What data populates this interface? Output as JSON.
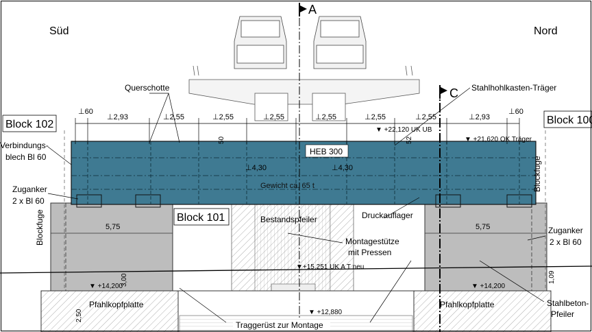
{
  "labels": {
    "south": "Süd",
    "north": "Nord",
    "section_a": "A",
    "section_c": "C",
    "block_102": "Block 102",
    "block_100": "Block 100",
    "block_101": "Block 101",
    "querschotte": "Querschotte",
    "stahlhohlkasten": "Stahlhohlkasten-Träger",
    "verbindungsblech_1": "Verbindungs-",
    "verbindungsblech_2": "blech Bl 60",
    "zuganker_left_1": "Zuganker",
    "zuganker_left_2": "2 x Bl 60",
    "zuganker_right_1": "Zuganker",
    "zuganker_right_2": "2 x Bl 60",
    "blockfuge_left": "Blockfuge",
    "blockfuge_right": "Blockfuge",
    "heb": "HEB 300",
    "gewicht": "Gewicht ca. 65 t",
    "bestandspfeiler": "Bestandspfeiler",
    "druckauflager": "Druckauflager",
    "montagestuetze_1": "Montagestütze",
    "montagestuetze_2": "mit Pressen",
    "pfahlkopfplatte_left": "Pfahlkopfplatte",
    "pfahlkopfplatte_right": "Pfahlkopfplatte",
    "stahlbeton_1": "Stahlbeton-",
    "stahlbeton_2": "Pfeiler",
    "traggeruest": "Traggerüst zur Montage"
  },
  "dimensions": {
    "d60_left": "⊥60",
    "d293_left": "⊥2,93",
    "d255_1": "⊥2,55",
    "d255_2": "⊥2,55",
    "d255_3": "⊥2,55",
    "d255_4": "⊥2,55",
    "d255_5": "⊥2,55",
    "d255_6": "⊥2,55",
    "d293_right": "⊥2,93",
    "d60_right": "⊥60",
    "d430_left": "⊥4,30",
    "d430_right": "⊥4,30",
    "d575_left": "5,75",
    "d575_right": "5,75",
    "d50": "50",
    "d52": "52",
    "d300": "3,00",
    "d250": "2,50",
    "d109": "1,09"
  },
  "elevations": {
    "uk_ub": "▼ +22,120 UK UB",
    "ok_traeger": "▼ +21,620 OK Träger",
    "ok_at_neu": "▼+15,251 UK A T neu",
    "plus14200_left": "▼ +14,200",
    "plus14200_right": "▼ +14,200",
    "plus12880": "▼ +12,880"
  },
  "colors": {
    "girder_fill": "#3f7a92",
    "pier_fill": "#bdbdbd",
    "line": "#000000"
  }
}
